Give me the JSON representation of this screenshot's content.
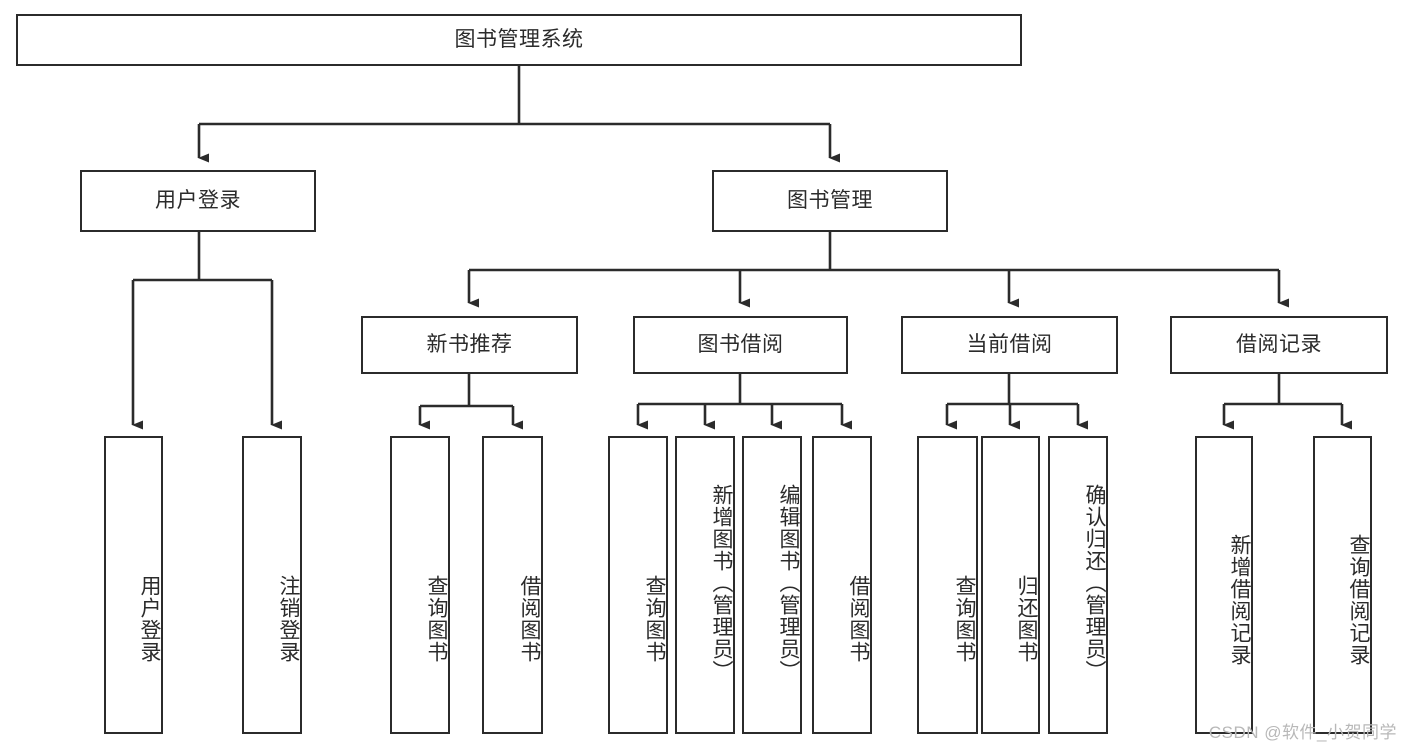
{
  "diagram": {
    "type": "tree-hierarchy",
    "title": "图书管理系统",
    "orientation": "top-down",
    "root": {
      "id": "root",
      "label": "图书管理系统"
    },
    "level1": [
      {
        "id": "user-login",
        "label": "用户登录"
      },
      {
        "id": "book-management",
        "label": "图书管理"
      }
    ],
    "level2": [
      {
        "id": "new-book-recommend",
        "label": "新书推荐",
        "parent": "book-management"
      },
      {
        "id": "book-borrow",
        "label": "图书借阅",
        "parent": "book-management"
      },
      {
        "id": "current-borrow",
        "label": "当前借阅",
        "parent": "book-management"
      },
      {
        "id": "borrow-record",
        "label": "借阅记录",
        "parent": "book-management"
      }
    ],
    "leaves": {
      "user-login": [
        {
          "id": "leaf-user-login",
          "label": "用户登录"
        },
        {
          "id": "leaf-logout-login",
          "label": "注销登录"
        }
      ],
      "new-book-recommend": [
        {
          "id": "leaf-query-book-1",
          "label": "查询图书"
        },
        {
          "id": "leaf-borrow-book-1",
          "label": "借阅图书"
        }
      ],
      "book-borrow": [
        {
          "id": "leaf-query-book-2",
          "label": "查询图书"
        },
        {
          "id": "leaf-add-book",
          "label": "新增图书（管理员）"
        },
        {
          "id": "leaf-edit-book",
          "label": "编辑图书（管理员）"
        },
        {
          "id": "leaf-borrow-book-2",
          "label": "借阅图书"
        }
      ],
      "current-borrow": [
        {
          "id": "leaf-query-book-3",
          "label": "查询图书"
        },
        {
          "id": "leaf-return-book",
          "label": "归还图书"
        },
        {
          "id": "leaf-confirm-return",
          "label": "确认归还（管理员）"
        }
      ],
      "borrow-record": [
        {
          "id": "leaf-add-record",
          "label": "新增借阅记录"
        },
        {
          "id": "leaf-query-record",
          "label": "查询借阅记录"
        }
      ]
    }
  },
  "watermark": {
    "text": "CSDN @软件_小贺同学"
  },
  "colors": {
    "stroke": "#2b2b2b",
    "background": "#ffffff",
    "text": "#2b2b2b",
    "watermark": "#b8b8b8"
  }
}
